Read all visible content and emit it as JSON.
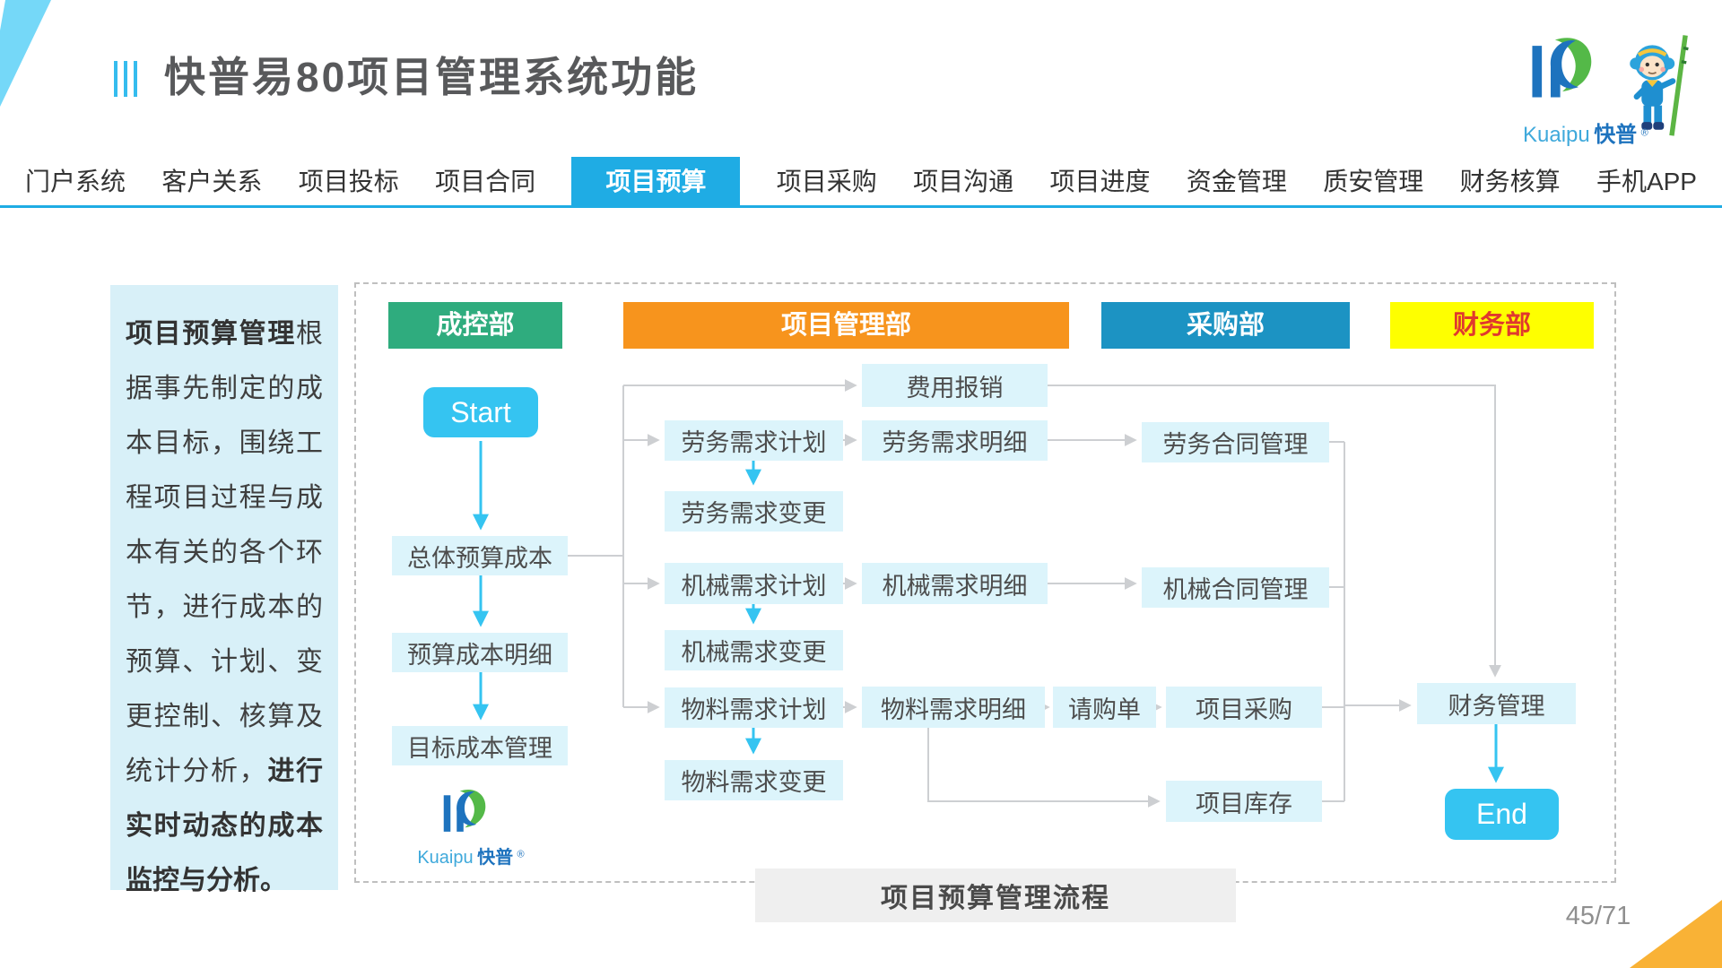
{
  "title": {
    "text": "快普易80项目管理系统功能"
  },
  "logo": {
    "brand_en": "Kuaipu",
    "brand_zh": "快普",
    "reg": "®"
  },
  "nav": {
    "tabs": [
      {
        "label": "门户系统",
        "active": false
      },
      {
        "label": "客户关系",
        "active": false
      },
      {
        "label": "项目投标",
        "active": false
      },
      {
        "label": "项目合同",
        "active": false
      },
      {
        "label": "项目预算",
        "active": true
      },
      {
        "label": "项目采购",
        "active": false
      },
      {
        "label": "项目沟通",
        "active": false
      },
      {
        "label": "项目进度",
        "active": false
      },
      {
        "label": "资金管理",
        "active": false
      },
      {
        "label": "质安管理",
        "active": false
      },
      {
        "label": "财务核算",
        "active": false
      },
      {
        "label": "手机APP",
        "active": false
      }
    ]
  },
  "sidebar": {
    "lead": "项目预算管理",
    "body": "根据事先制定的成本目标，围绕工程项目过程与成本有关的各个环节，进行成本的预算、计划、变更控制、核算及统计分析，",
    "tail": "进行实时动态的成本监控与分析。"
  },
  "departments": [
    {
      "label": "成控部",
      "color": "#2FAC7E",
      "text_color": "#FFFFFF"
    },
    {
      "label": "项目管理部",
      "color": "#F7941D",
      "text_color": "#FFFFFF"
    },
    {
      "label": "采购部",
      "color": "#1C93C3",
      "text_color": "#FFFFFF"
    },
    {
      "label": "财务部",
      "color": "#FEFF00",
      "text_color": "#E0392E"
    }
  ],
  "flow": {
    "start_label": "Start",
    "end_label": "End",
    "nodes": [
      {
        "label": "总体预算成本"
      },
      {
        "label": "预算成本明细"
      },
      {
        "label": "目标成本管理"
      },
      {
        "label": "费用报销"
      },
      {
        "label": "劳务需求计划"
      },
      {
        "label": "劳务需求明细"
      },
      {
        "label": "劳务合同管理"
      },
      {
        "label": "劳务需求变更"
      },
      {
        "label": "机械需求计划"
      },
      {
        "label": "机械需求明细"
      },
      {
        "label": "机械合同管理"
      },
      {
        "label": "机械需求变更"
      },
      {
        "label": "物料需求计划"
      },
      {
        "label": "物料需求明细"
      },
      {
        "label": "请购单"
      },
      {
        "label": "项目采购"
      },
      {
        "label": "物料需求变更"
      },
      {
        "label": "项目库存"
      },
      {
        "label": "财务管理"
      }
    ]
  },
  "caption": {
    "text": "项目预算管理流程"
  },
  "page": {
    "number": "45/71"
  },
  "colors": {
    "accent_blue": "#1FACE4",
    "start_end_blue": "#35C4F1",
    "node_bg": "#DCF4FB",
    "connector_gray": "#CDCFD2",
    "corner_band_blue": "#75D8F8",
    "corner_triangle_orange": "#F9B236",
    "sidebar_bg": "#D8F0F8",
    "caption_bg": "#EFEFEF"
  }
}
